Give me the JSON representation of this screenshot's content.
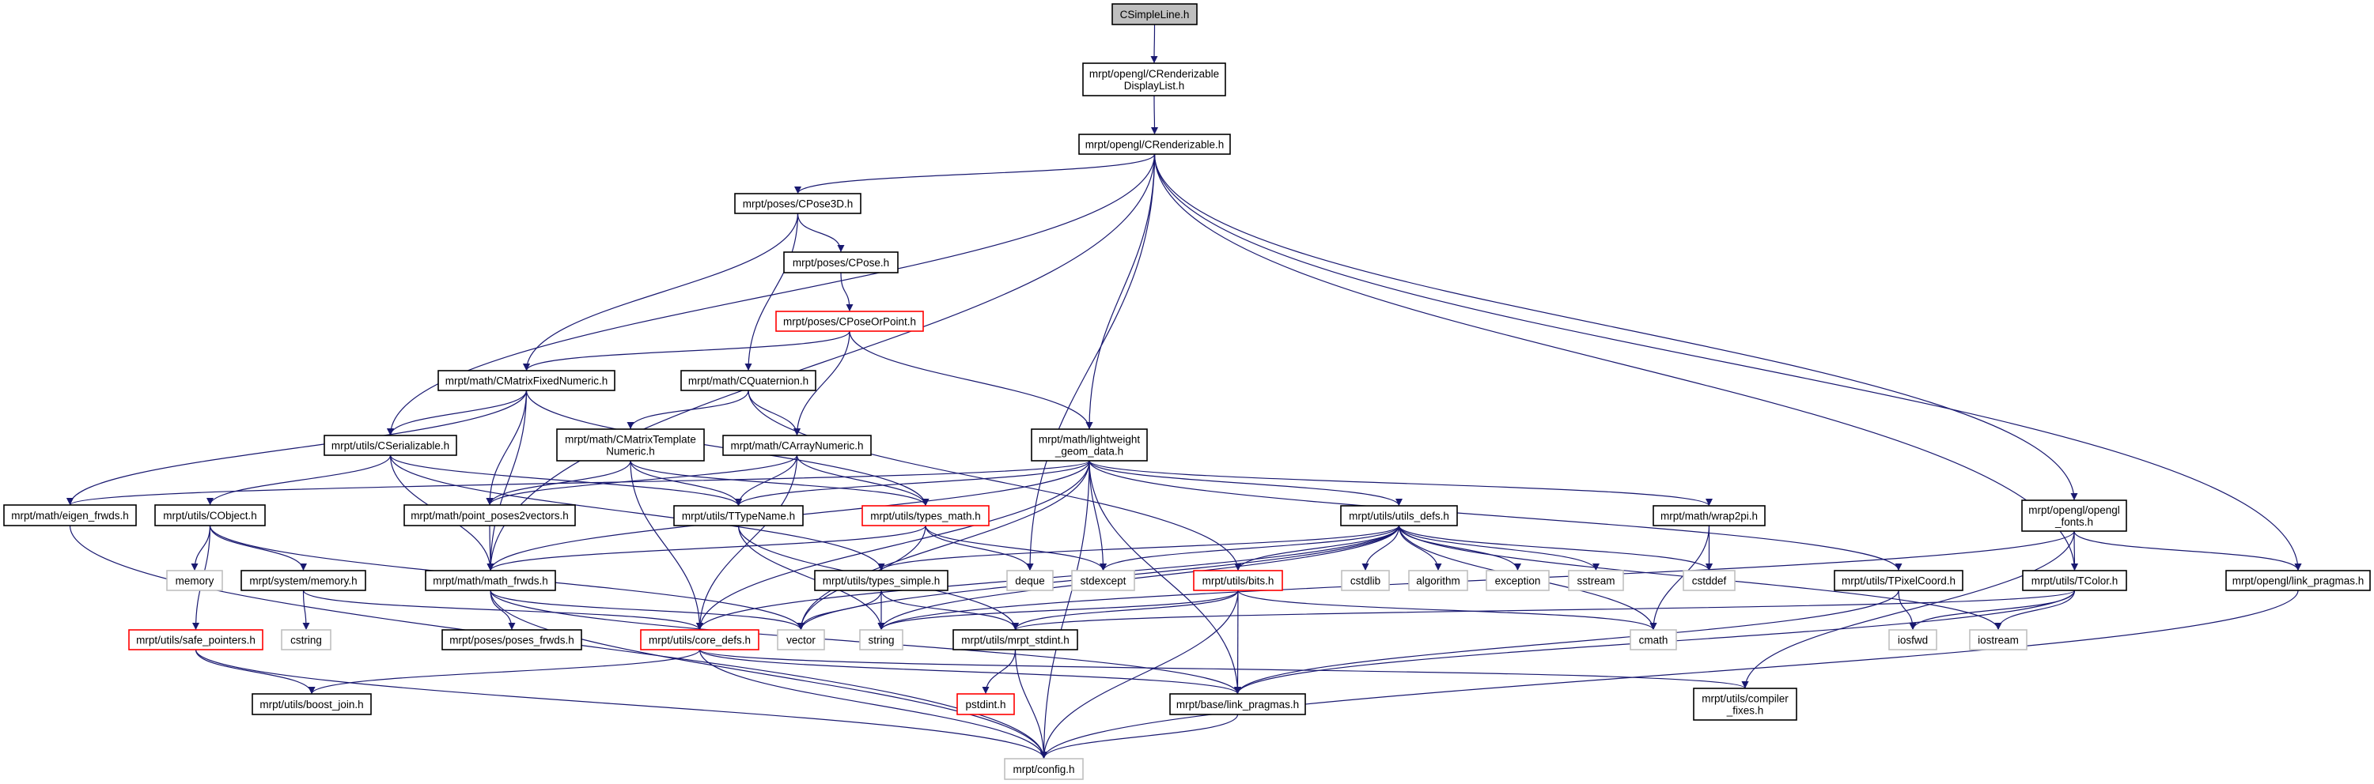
{
  "graph": {
    "title": "CSimpleLine.h",
    "colors": {
      "edge": "#191970",
      "normal_border": "#000000",
      "truncated_border": "#ff0000",
      "system_border": "#bfbfbf",
      "root_fill": "#bfbfbf"
    },
    "nodes": [
      {
        "id": "csimpleline",
        "lines": [
          "CSimpleLine.h"
        ],
        "kind": "root"
      },
      {
        "id": "crenddl",
        "lines": [
          "mrpt/opengl/CRenderizable",
          "DisplayList.h"
        ],
        "kind": "normal"
      },
      {
        "id": "crend",
        "lines": [
          "mrpt/opengl/CRenderizable.h"
        ],
        "kind": "normal"
      },
      {
        "id": "cpose3d",
        "lines": [
          "mrpt/poses/CPose3D.h"
        ],
        "kind": "normal"
      },
      {
        "id": "cpose",
        "lines": [
          "mrpt/poses/CPose.h"
        ],
        "kind": "normal"
      },
      {
        "id": "cposeorpoint",
        "lines": [
          "mrpt/poses/CPoseOrPoint.h"
        ],
        "kind": "truncated"
      },
      {
        "id": "cmatfixed",
        "lines": [
          "mrpt/math/CMatrixFixedNumeric.h"
        ],
        "kind": "normal"
      },
      {
        "id": "cquat",
        "lines": [
          "mrpt/math/CQuaternion.h"
        ],
        "kind": "normal"
      },
      {
        "id": "lwgeom",
        "lines": [
          "mrpt/math/lightweight",
          "_geom_data.h"
        ],
        "kind": "normal"
      },
      {
        "id": "cserial",
        "lines": [
          "mrpt/utils/CSerializable.h"
        ],
        "kind": "normal"
      },
      {
        "id": "cmattempl",
        "lines": [
          "mrpt/math/CMatrixTemplate",
          "Numeric.h"
        ],
        "kind": "normal"
      },
      {
        "id": "carraynum",
        "lines": [
          "mrpt/math/CArrayNumeric.h"
        ],
        "kind": "normal"
      },
      {
        "id": "eigenfrwds",
        "lines": [
          "mrpt/math/eigen_frwds.h"
        ],
        "kind": "normal"
      },
      {
        "id": "cobject",
        "lines": [
          "mrpt/utils/CObject.h"
        ],
        "kind": "normal"
      },
      {
        "id": "pp2v",
        "lines": [
          "mrpt/math/point_poses2vectors.h"
        ],
        "kind": "normal"
      },
      {
        "id": "ttypename",
        "lines": [
          "mrpt/utils/TTypeName.h"
        ],
        "kind": "normal"
      },
      {
        "id": "typesmath",
        "lines": [
          "mrpt/utils/types_math.h"
        ],
        "kind": "truncated"
      },
      {
        "id": "utilsdefs",
        "lines": [
          "mrpt/utils/utils_defs.h"
        ],
        "kind": "normal"
      },
      {
        "id": "wrap2pi",
        "lines": [
          "mrpt/math/wrap2pi.h"
        ],
        "kind": "normal"
      },
      {
        "id": "glfonts",
        "lines": [
          "mrpt/opengl/opengl",
          "_fonts.h"
        ],
        "kind": "normal"
      },
      {
        "id": "memory",
        "lines": [
          "memory"
        ],
        "kind": "system"
      },
      {
        "id": "sysmemory",
        "lines": [
          "mrpt/system/memory.h"
        ],
        "kind": "normal"
      },
      {
        "id": "mathfrwds",
        "lines": [
          "mrpt/math/math_frwds.h"
        ],
        "kind": "normal"
      },
      {
        "id": "typessimple",
        "lines": [
          "mrpt/utils/types_simple.h"
        ],
        "kind": "normal"
      },
      {
        "id": "deque",
        "lines": [
          "deque"
        ],
        "kind": "system"
      },
      {
        "id": "stdexcept",
        "lines": [
          "stdexcept"
        ],
        "kind": "system"
      },
      {
        "id": "bits",
        "lines": [
          "mrpt/utils/bits.h"
        ],
        "kind": "truncated"
      },
      {
        "id": "cstdlib",
        "lines": [
          "cstdlib"
        ],
        "kind": "system"
      },
      {
        "id": "algorithm",
        "lines": [
          "algorithm"
        ],
        "kind": "system"
      },
      {
        "id": "exception",
        "lines": [
          "exception"
        ],
        "kind": "system"
      },
      {
        "id": "sstream",
        "lines": [
          "sstream"
        ],
        "kind": "system"
      },
      {
        "id": "cstddef",
        "lines": [
          "cstddef"
        ],
        "kind": "system"
      },
      {
        "id": "tpixel",
        "lines": [
          "mrpt/utils/TPixelCoord.h"
        ],
        "kind": "normal"
      },
      {
        "id": "tcolor",
        "lines": [
          "mrpt/utils/TColor.h"
        ],
        "kind": "normal"
      },
      {
        "id": "gllinkpr",
        "lines": [
          "mrpt/opengl/link_pragmas.h"
        ],
        "kind": "normal"
      },
      {
        "id": "safeptr",
        "lines": [
          "mrpt/utils/safe_pointers.h"
        ],
        "kind": "truncated"
      },
      {
        "id": "cstring",
        "lines": [
          "cstring"
        ],
        "kind": "system"
      },
      {
        "id": "posesfrwds",
        "lines": [
          "mrpt/poses/poses_frwds.h"
        ],
        "kind": "normal"
      },
      {
        "id": "coredefs",
        "lines": [
          "mrpt/utils/core_defs.h"
        ],
        "kind": "truncated"
      },
      {
        "id": "vector",
        "lines": [
          "vector"
        ],
        "kind": "system"
      },
      {
        "id": "string",
        "lines": [
          "string"
        ],
        "kind": "system"
      },
      {
        "id": "mrptstdint",
        "lines": [
          "mrpt/utils/mrpt_stdint.h"
        ],
        "kind": "normal"
      },
      {
        "id": "cmath",
        "lines": [
          "cmath"
        ],
        "kind": "system"
      },
      {
        "id": "iosfwd",
        "lines": [
          "iosfwd"
        ],
        "kind": "system"
      },
      {
        "id": "iostream",
        "lines": [
          "iostream"
        ],
        "kind": "system"
      },
      {
        "id": "boostjoin",
        "lines": [
          "mrpt/utils/boost_join.h"
        ],
        "kind": "normal"
      },
      {
        "id": "pstdint",
        "lines": [
          "pstdint.h"
        ],
        "kind": "truncated"
      },
      {
        "id": "baselinkpr",
        "lines": [
          "mrpt/base/link_pragmas.h"
        ],
        "kind": "normal"
      },
      {
        "id": "compfixes",
        "lines": [
          "mrpt/utils/compiler",
          "_fixes.h"
        ],
        "kind": "normal"
      },
      {
        "id": "config",
        "lines": [
          "mrpt/config.h"
        ],
        "kind": "system"
      }
    ],
    "edges": [
      [
        "csimpleline",
        "crenddl"
      ],
      [
        "crenddl",
        "crend"
      ],
      [
        "crend",
        "cpose3d"
      ],
      [
        "crend",
        "cserial"
      ],
      [
        "crend",
        "mathfrwds"
      ],
      [
        "crend",
        "lwgeom"
      ],
      [
        "crend",
        "deque"
      ],
      [
        "crend",
        "tcolor"
      ],
      [
        "crend",
        "glfonts"
      ],
      [
        "crend",
        "gllinkpr"
      ],
      [
        "cpose3d",
        "cmatfixed"
      ],
      [
        "cpose3d",
        "cpose"
      ],
      [
        "cpose3d",
        "cquat"
      ],
      [
        "cpose",
        "cposeorpoint"
      ],
      [
        "cposeorpoint",
        "cmatfixed"
      ],
      [
        "cposeorpoint",
        "carraynum"
      ],
      [
        "cposeorpoint",
        "lwgeom"
      ],
      [
        "cquat",
        "cmattempl"
      ],
      [
        "cquat",
        "carraynum"
      ],
      [
        "cquat",
        "bits"
      ],
      [
        "cmatfixed",
        "eigenfrwds"
      ],
      [
        "cmatfixed",
        "cserial"
      ],
      [
        "cmatfixed",
        "mathfrwds"
      ],
      [
        "cmatfixed",
        "pp2v"
      ],
      [
        "cmatfixed",
        "typesmath"
      ],
      [
        "cmattempl",
        "pp2v"
      ],
      [
        "cmattempl",
        "ttypename"
      ],
      [
        "cmattempl",
        "coredefs"
      ],
      [
        "cmattempl",
        "typesmath"
      ],
      [
        "carraynum",
        "ttypename"
      ],
      [
        "carraynum",
        "typesmath"
      ],
      [
        "carraynum",
        "pp2v"
      ],
      [
        "carraynum",
        "coredefs"
      ],
      [
        "cserial",
        "cobject"
      ],
      [
        "cserial",
        "mathfrwds"
      ],
      [
        "cserial",
        "ttypename"
      ],
      [
        "cserial",
        "typessimple"
      ],
      [
        "lwgeom",
        "eigenfrwds"
      ],
      [
        "lwgeom",
        "ttypename"
      ],
      [
        "lwgeom",
        "mathfrwds"
      ],
      [
        "lwgeom",
        "vector"
      ],
      [
        "lwgeom",
        "stdexcept"
      ],
      [
        "lwgeom",
        "utilsdefs"
      ],
      [
        "lwgeom",
        "wrap2pi"
      ],
      [
        "lwgeom",
        "tpixel"
      ],
      [
        "lwgeom",
        "config"
      ],
      [
        "lwgeom",
        "baselinkpr"
      ],
      [
        "lwgeom",
        "coredefs"
      ],
      [
        "typesmath",
        "mathfrwds"
      ],
      [
        "typesmath",
        "deque"
      ],
      [
        "typesmath",
        "stdexcept"
      ],
      [
        "typesmath",
        "vector"
      ],
      [
        "ttypename",
        "string"
      ],
      [
        "ttypename",
        "mrptstdint"
      ],
      [
        "eigenfrwds",
        "config"
      ],
      [
        "cobject",
        "memory"
      ],
      [
        "cobject",
        "sysmemory"
      ],
      [
        "cobject",
        "safeptr"
      ],
      [
        "cobject",
        "vector"
      ],
      [
        "sysmemory",
        "cstring"
      ],
      [
        "sysmemory",
        "coredefs"
      ],
      [
        "safeptr",
        "boostjoin"
      ],
      [
        "safeptr",
        "config"
      ],
      [
        "pp2v",
        "mathfrwds"
      ],
      [
        "mathfrwds",
        "posesfrwds"
      ],
      [
        "mathfrwds",
        "config"
      ],
      [
        "mathfrwds",
        "baselinkpr"
      ],
      [
        "mathfrwds",
        "vector"
      ],
      [
        "coredefs",
        "boostjoin"
      ],
      [
        "coredefs",
        "config"
      ],
      [
        "coredefs",
        "baselinkpr"
      ],
      [
        "coredefs",
        "compfixes"
      ],
      [
        "typessimple",
        "vector"
      ],
      [
        "typessimple",
        "string"
      ],
      [
        "typessimple",
        "mrptstdint"
      ],
      [
        "utilsdefs",
        "coredefs"
      ],
      [
        "utilsdefs",
        "typessimple"
      ],
      [
        "utilsdefs",
        "bits"
      ],
      [
        "utilsdefs",
        "cstdlib"
      ],
      [
        "utilsdefs",
        "algorithm"
      ],
      [
        "utilsdefs",
        "exception"
      ],
      [
        "utilsdefs",
        "sstream"
      ],
      [
        "utilsdefs",
        "cstddef"
      ],
      [
        "utilsdefs",
        "cmath"
      ],
      [
        "utilsdefs",
        "iostream"
      ],
      [
        "utilsdefs",
        "string"
      ],
      [
        "utilsdefs",
        "vector"
      ],
      [
        "utilsdefs",
        "stdexcept"
      ],
      [
        "wrap2pi",
        "cstddef"
      ],
      [
        "wrap2pi",
        "cmath"
      ],
      [
        "glfonts",
        "tcolor"
      ],
      [
        "glfonts",
        "gllinkpr"
      ],
      [
        "glfonts",
        "string"
      ],
      [
        "glfonts",
        "compfixes"
      ],
      [
        "tcolor",
        "mrptstdint"
      ],
      [
        "tcolor",
        "iosfwd"
      ],
      [
        "tcolor",
        "iostream"
      ],
      [
        "tcolor",
        "baselinkpr"
      ],
      [
        "tpixel",
        "iosfwd"
      ],
      [
        "tpixel",
        "baselinkpr"
      ],
      [
        "bits",
        "string"
      ],
      [
        "bits",
        "mrptstdint"
      ],
      [
        "bits",
        "config"
      ],
      [
        "bits",
        "baselinkpr"
      ],
      [
        "bits",
        "cmath"
      ],
      [
        "mrptstdint",
        "pstdint"
      ],
      [
        "mrptstdint",
        "config"
      ],
      [
        "baselinkpr",
        "config"
      ],
      [
        "gllinkpr",
        "config"
      ]
    ]
  }
}
